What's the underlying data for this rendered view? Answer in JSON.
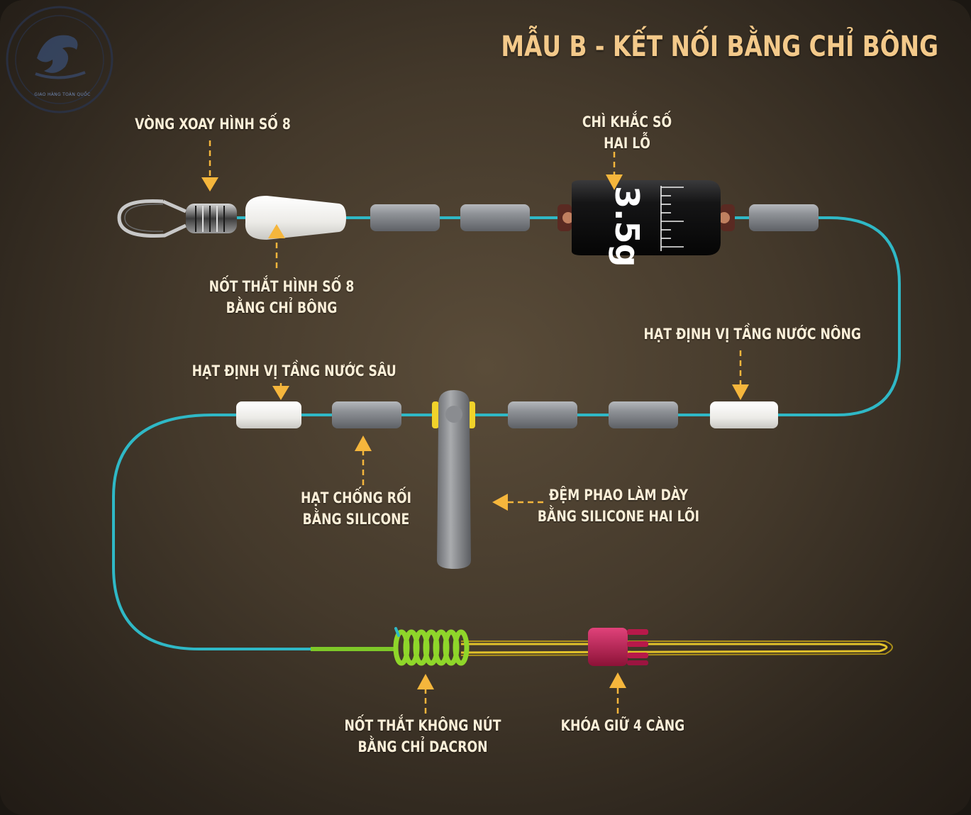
{
  "title": "MẪU B - KẾT NỐI BẰNG CHỈ BÔNG",
  "logo": {
    "text": "GIAO HÀNG TOÀN QUỐC"
  },
  "sinker": {
    "weight_label": "3.5g"
  },
  "labels": {
    "swivel": [
      "VÒNG XOAY HÌNH SỐ 8"
    ],
    "knot8": [
      "NỐT THẮT HÌNH SỐ 8",
      "BẰNG CHỈ BÔNG"
    ],
    "sinker": [
      "CHÌ KHẮC SỐ",
      "HAI LỖ"
    ],
    "shallow_bead": [
      "HẠT ĐỊNH VỊ TẦNG NƯỚC NÔNG"
    ],
    "deep_bead": [
      "HẠT ĐỊNH VỊ TẦNG NƯỚC  SÂU"
    ],
    "silicone_bead": [
      "HẠT CHỐNG RỐI",
      "BẰNG SILICONE"
    ],
    "float_pad": [
      "ĐỆM PHAO LÀM DÀY",
      "BẰNG SILICONE HAI LÕI"
    ],
    "dacron_knot": [
      "NỐT THẮT KHÔNG NÚT",
      "BẰNG CHỈ DACRON"
    ],
    "lock": [
      "KHÓA GIỮ 4 CÀNG"
    ]
  },
  "colors": {
    "line": "#2fb8c6",
    "arrow": "#f5b63c",
    "title": "#f3c98a",
    "leader_line": "#e2c22a",
    "dacron_coil": "#8fd62a",
    "lock": "#c61f52"
  }
}
